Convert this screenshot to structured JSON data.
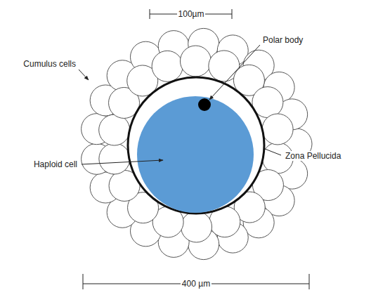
{
  "diagram": {
    "labels": [
      "100µm",
      "Polar body",
      "Cumulus cells",
      "Haploid cell",
      "Zona Pellucida",
      "400 µm"
    ]
  }
}
